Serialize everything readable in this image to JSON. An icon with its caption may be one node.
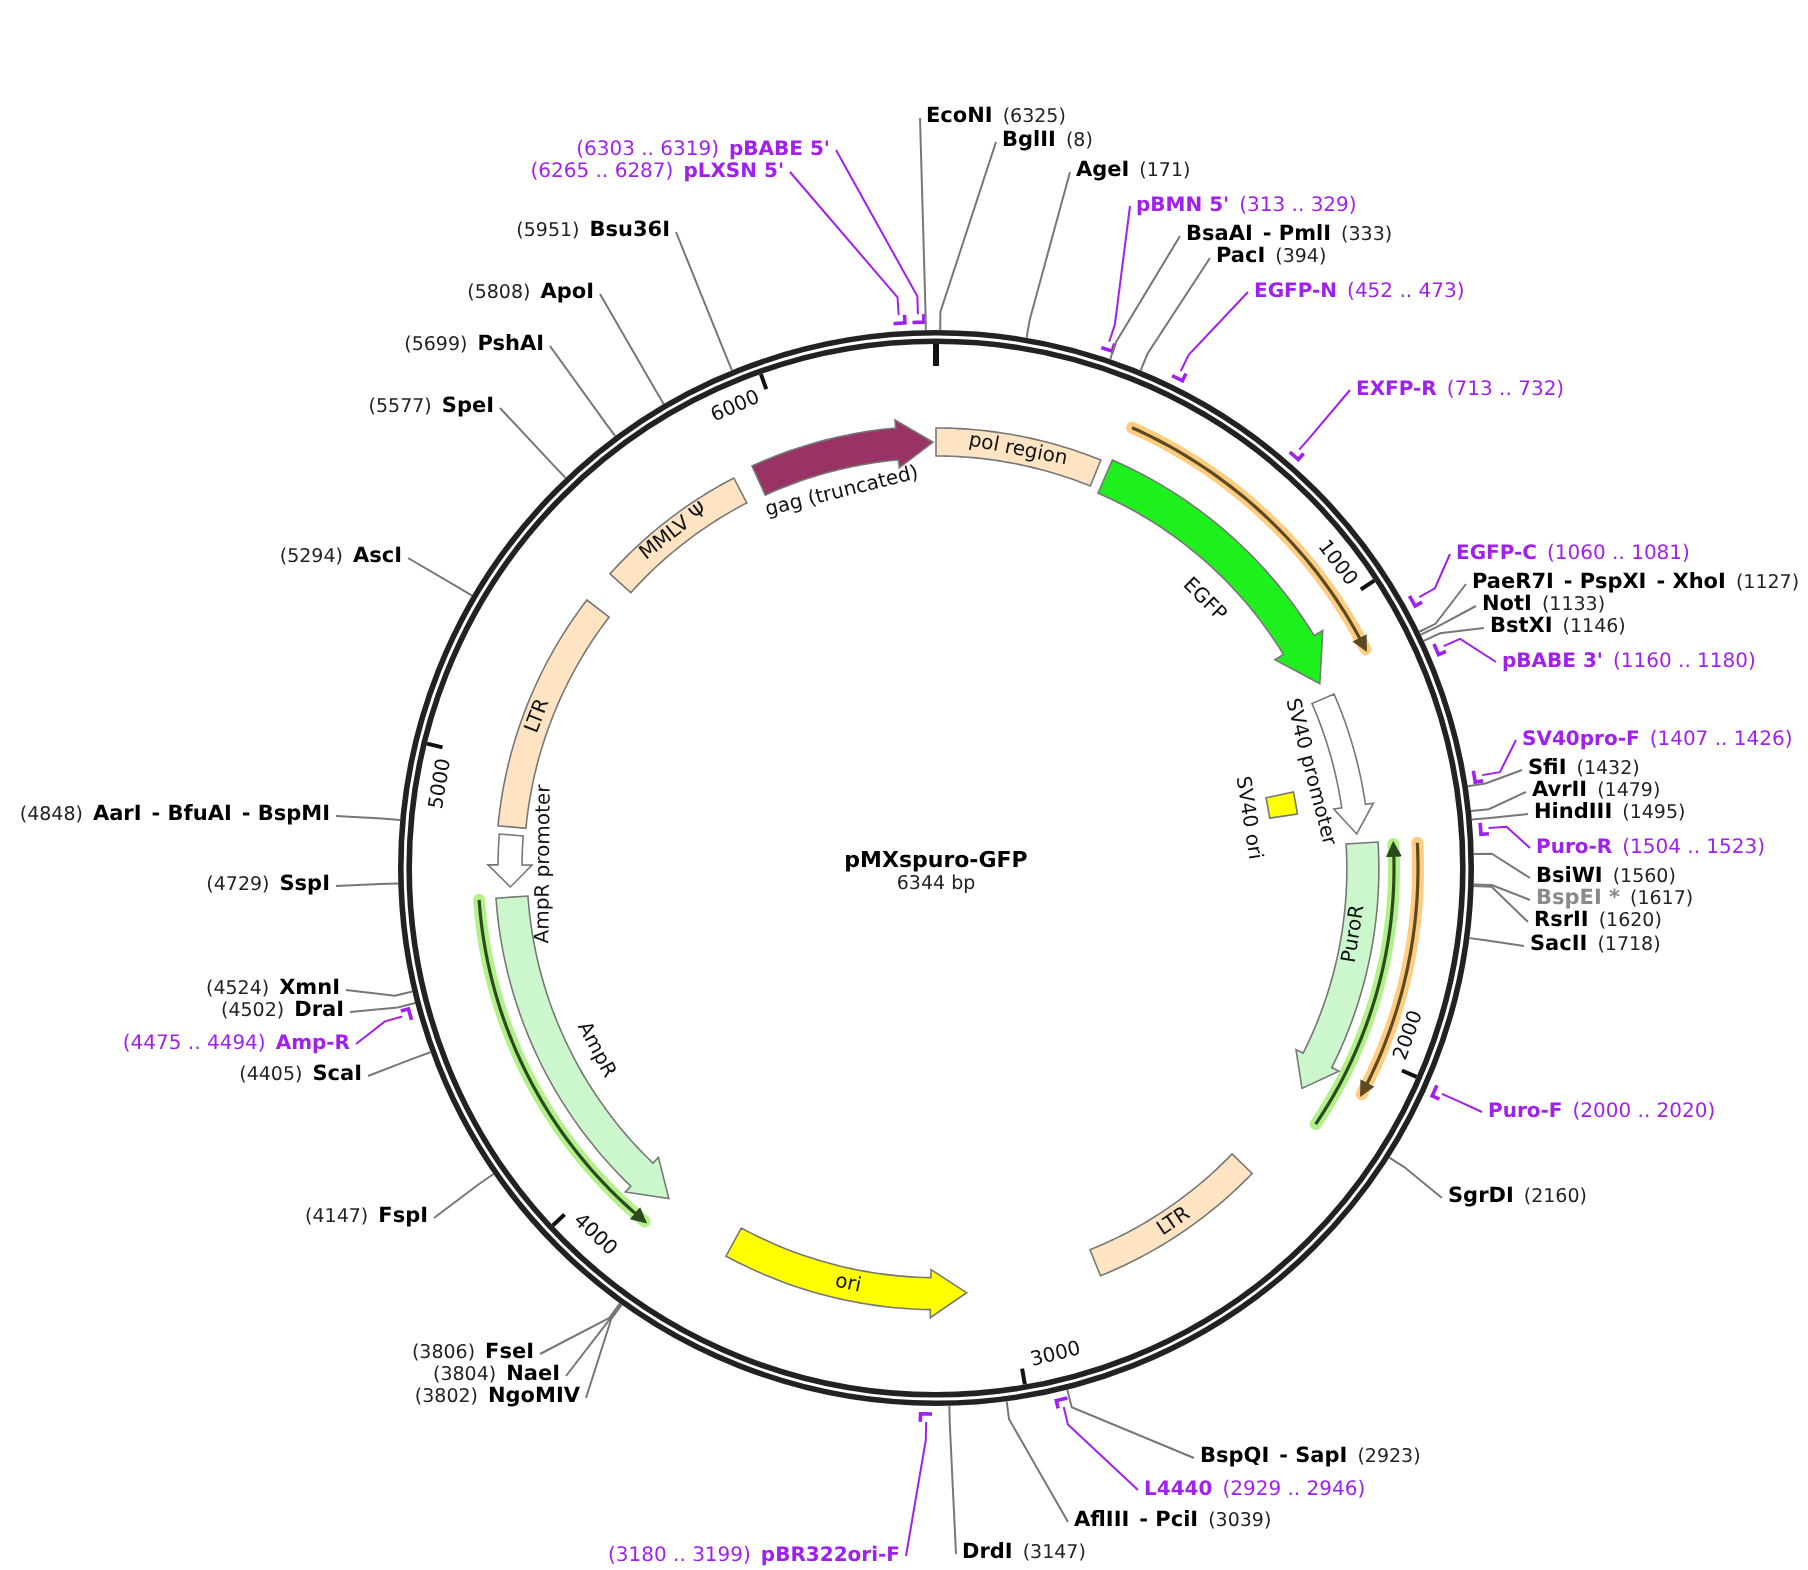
{
  "diagram": {
    "title": "pMXspuro-GFP",
    "nodes": [
      {
        "text": [],
        "shape": "circle"
      },
      {
        "text": [
          "pol region"
        ],
        "in": 0
      },
      {
        "text": [
          "EGFP"
        ],
        "in": 0
      },
      {
        "text": [
          "SV40 promoter"
        ],
        "in": 0
      },
      {
        "text": [
          "SV40 ori"
        ],
        "in": 0
      },
      {
        "text": [
          "PuroR"
        ],
        "in": 0
      },
      {
        "text": [
          "LTR"
        ],
        "in": 0
      },
      {
        "text": [
          "ori"
        ],
        "in": 0
      },
      {
        "text": [
          "AmpR"
        ],
        "in": 0
      },
      {
        "text": [
          "AmpR promoter"
        ],
        "in": 0
      },
      {
        "text": [
          "LTR"
        ],
        "in": 0
      },
      {
        "text": [
          "MMLV Ψ"
        ],
        "in": 0
      },
      {
        "text": [
          "gag (truncated)"
        ],
        "in": 0
      },
      {
        "text": [
          "EcoNI",
          "(6325)"
        ]
      },
      {
        "text": [
          "BglII",
          "(8)"
        ]
      },
      {
        "text": [
          "AgeI",
          "(171)"
        ]
      },
      {
        "text": [
          "pBMN 5'",
          "(313 .. 329)"
        ]
      },
      {
        "text": [
          "BsaAI",
          "- PmlI",
          "(333)"
        ]
      },
      {
        "text": [
          "PacI",
          "(394)"
        ]
      },
      {
        "text": [
          "EGFP-N",
          "(452 .. 473)"
        ]
      },
      {
        "text": [
          "EXFP-R",
          "(713 .. 732)"
        ]
      },
      {
        "text": [
          "EGFP-C",
          "(1060 .. 1081)"
        ]
      },
      {
        "text": [
          "PaeR7I",
          "- PspXI",
          "- XhoI",
          "(1127)"
        ]
      },
      {
        "text": [
          "NotI",
          "(1133)"
        ]
      },
      {
        "text": [
          "BstXI",
          "(1146)"
        ]
      },
      {
        "text": [
          "pBABE 3'",
          "(1160 .. 1180)"
        ]
      },
      {
        "text": [
          "SV40pro-F",
          "(1407 .. 1426)"
        ]
      },
      {
        "text": [
          "SfiI",
          "(1432)"
        ]
      },
      {
        "text": [
          "AvrII",
          "(1479)"
        ]
      },
      {
        "text": [
          "HindIII",
          "(1495)"
        ]
      },
      {
        "text": [
          "Puro-R",
          "(1504 .. 1523)"
        ]
      },
      {
        "text": [
          "BsiWI",
          "(1560)"
        ]
      },
      {
        "text": [
          "BspEI *",
          "(1617)"
        ]
      },
      {
        "text": [
          "RsrII",
          "(1620)"
        ]
      },
      {
        "text": [
          "SacII",
          "(1718)"
        ]
      },
      {
        "text": [
          "Puro-F",
          "(2000 .. 2020)"
        ]
      },
      {
        "text": [
          "SgrDI",
          "(2160)"
        ]
      },
      {
        "text": [
          "BspQI",
          "- SapI",
          "(2923)"
        ]
      },
      {
        "text": [
          "L4440",
          "(2929 .. 2946)"
        ]
      },
      {
        "text": [
          "AflIII",
          "- PciI",
          "(3039)"
        ]
      },
      {
        "text": [
          "DrdI",
          "(3147)"
        ]
      },
      {
        "text": [
          "(3180 .. 3199)",
          "pBR322ori-F"
        ]
      },
      {
        "text": [
          "(3802)",
          "NgoMIV"
        ]
      },
      {
        "text": [
          "(3804)",
          "NaeI"
        ]
      },
      {
        "text": [
          "(3806)",
          "FseI"
        ]
      },
      {
        "text": [
          "(4147)",
          "FspI"
        ]
      },
      {
        "text": [
          "(4405)",
          "ScaI"
        ]
      },
      {
        "text": [
          "(4475 .. 4494)",
          "Amp-R"
        ]
      },
      {
        "text": [
          "(4502)",
          "DraI"
        ]
      },
      {
        "text": [
          "(4524)",
          "XmnI"
        ]
      },
      {
        "text": [
          "(4729)",
          "SspI"
        ]
      },
      {
        "text": [
          "(4848)",
          "AarI",
          "- BfuAI",
          "- BspMI"
        ]
      },
      {
        "text": [
          "(5294)",
          "AscI"
        ]
      },
      {
        "text": [
          "(5577)",
          "SpeI"
        ]
      },
      {
        "text": [
          "(5699)",
          "PshAI"
        ]
      },
      {
        "text": [
          "(5808)",
          "ApoI"
        ]
      },
      {
        "text": [
          "(5951)",
          "Bsu36I"
        ]
      },
      {
        "text": [
          "(6265 .. 6287)",
          "pLXSN 5'"
        ]
      },
      {
        "text": [
          "(6303 .. 6319)",
          "pBABE 5'"
        ]
      }
    ],
    "edges": [
      {
        "from": 13,
        "to": 0,
        "arrow": "none"
      },
      {
        "from": 14,
        "to": 0,
        "arrow": "none"
      },
      {
        "from": 15,
        "to": 0,
        "arrow": "none"
      },
      {
        "from": 16,
        "to": 0,
        "arrow": "none",
        "color": "#a020f0"
      },
      {
        "from": 17,
        "to": 0,
        "arrow": "none"
      },
      {
        "from": 18,
        "to": 0,
        "arrow": "none"
      },
      {
        "from": 19,
        "to": 0,
        "arrow": "none",
        "color": "#a020f0"
      },
      {
        "from": 20,
        "to": 0,
        "arrow": "none",
        "color": "#a020f0"
      },
      {
        "from": 21,
        "to": 0,
        "arrow": "none",
        "color": "#a020f0"
      },
      {
        "from": 22,
        "to": 0,
        "arrow": "none"
      },
      {
        "from": 23,
        "to": 0,
        "arrow": "none"
      },
      {
        "from": 24,
        "to": 0,
        "arrow": "none"
      },
      {
        "from": 25,
        "to": 0,
        "arrow": "none",
        "color": "#a020f0"
      },
      {
        "from": 26,
        "to": 0,
        "arrow": "none",
        "color": "#a020f0"
      },
      {
        "from": 27,
        "to": 0,
        "arrow": "none"
      },
      {
        "from": 28,
        "to": 0,
        "arrow": "none"
      },
      {
        "from": 29,
        "to": 0,
        "arrow": "none"
      },
      {
        "from": 30,
        "to": 0,
        "arrow": "none",
        "color": "#a020f0"
      },
      {
        "from": 31,
        "to": 0,
        "arrow": "none"
      },
      {
        "from": 32,
        "to": 0,
        "arrow": "none"
      },
      {
        "from": 33,
        "to": 0,
        "arrow": "none"
      },
      {
        "from": 34,
        "to": 0,
        "arrow": "none"
      },
      {
        "from": 35,
        "to": 0,
        "arrow": "none",
        "color": "#a020f0"
      },
      {
        "from": 36,
        "to": 0,
        "arrow": "none"
      },
      {
        "from": 37,
        "to": 0,
        "arrow": "none"
      },
      {
        "from": 38,
        "to": 0,
        "arrow": "none",
        "color": "#a020f0"
      },
      {
        "from": 39,
        "to": 0,
        "arrow": "none"
      },
      {
        "from": 40,
        "to": 0,
        "arrow": "none"
      },
      {
        "from": 41,
        "to": 0,
        "arrow": "none",
        "color": "#a020f0"
      },
      {
        "from": 42,
        "to": 0,
        "arrow": "none"
      },
      {
        "from": 43,
        "to": 0,
        "arrow": "none"
      },
      {
        "from": 44,
        "to": 0,
        "arrow": "none"
      },
      {
        "from": 45,
        "to": 0,
        "arrow": "none"
      },
      {
        "from": 46,
        "to": 0,
        "arrow": "none"
      },
      {
        "from": 47,
        "to": 0,
        "arrow": "none",
        "color": "#a020f0"
      },
      {
        "from": 48,
        "to": 0,
        "arrow": "none"
      },
      {
        "from": 49,
        "to": 0,
        "arrow": "none"
      },
      {
        "from": 50,
        "to": 0,
        "arrow": "none"
      },
      {
        "from": 51,
        "to": 0,
        "arrow": "none"
      },
      {
        "from": 52,
        "to": 0,
        "arrow": "none"
      },
      {
        "from": 53,
        "to": 0,
        "arrow": "none"
      },
      {
        "from": 54,
        "to": 0,
        "arrow": "none"
      },
      {
        "from": 55,
        "to": 0,
        "arrow": "none"
      },
      {
        "from": 56,
        "to": 0,
        "arrow": "none"
      },
      {
        "from": 57,
        "to": 0,
        "arrow": "none",
        "color": "#a020f0"
      },
      {
        "from": 58,
        "to": 0,
        "arrow": "none",
        "color": "#a020f0"
      }
    ],
    "labels": [
      "6344 bp",
      "1000",
      "2000",
      "3000",
      "4000",
      "5000",
      "6000"
    ]
  }
}
